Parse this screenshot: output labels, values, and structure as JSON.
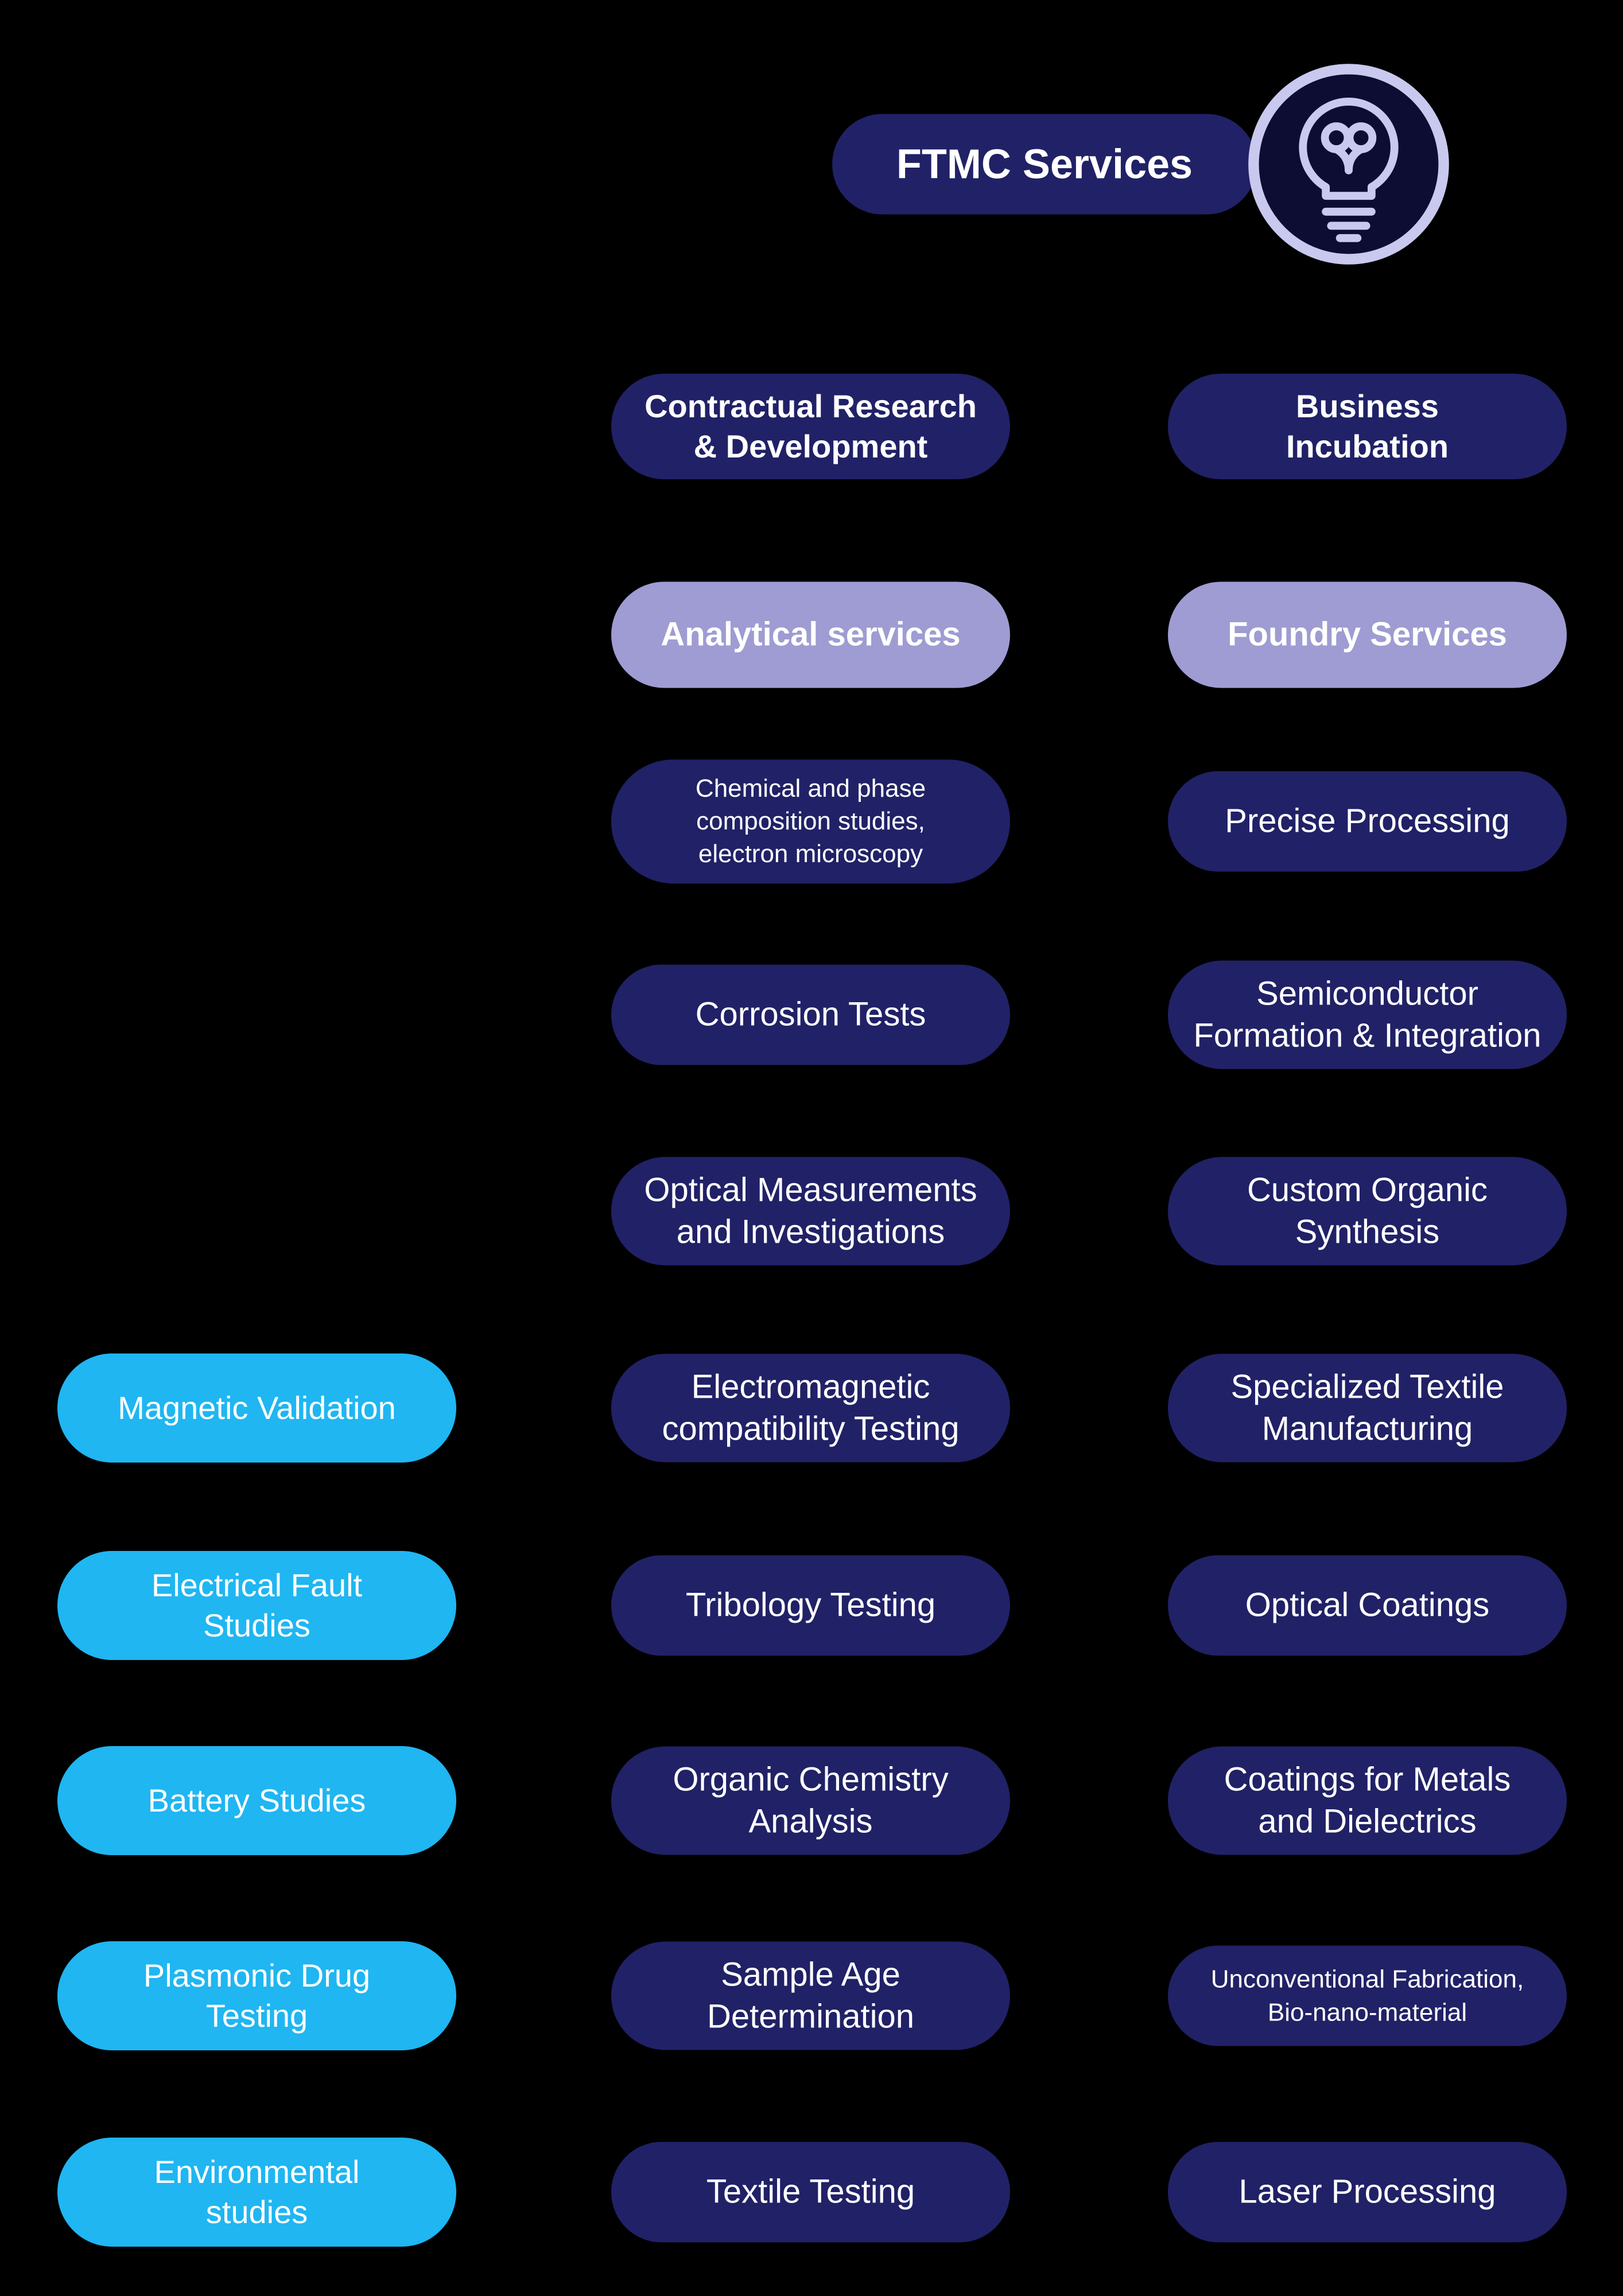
{
  "title": "FTMC Services",
  "colors": {
    "background": "#000000",
    "navy_pill": "#212167",
    "lavender_pill": "#9e9cd2",
    "cyan_pill": "#1fb6f2",
    "text": "#ffffff",
    "bulb_accent": "#c9c8ef"
  },
  "columns": {
    "left": {
      "items": [
        "Magnetic Validation",
        "Electrical Fault\nStudies",
        "Battery Studies",
        "Plasmonic Drug\nTesting",
        "Environmental\nstudies"
      ]
    },
    "middle": {
      "header": "Contractual Research\n& Development",
      "category": "Analytical services",
      "items": [
        "Chemical and phase\ncomposition studies,\nelectron microscopy",
        "Corrosion Tests",
        "Optical Measurements\nand Investigations",
        "Electromagnetic\ncompatibility Testing",
        "Tribology Testing",
        "Organic Chemistry\nAnalysis",
        "Sample Age\nDetermination",
        "Textile Testing"
      ]
    },
    "right": {
      "header": "Business\nIncubation",
      "category": "Foundry Services",
      "items": [
        "Precise Processing",
        "Semiconductor\nFormation & Integration",
        "Custom Organic\nSynthesis",
        "Specialized Textile\nManufacturing",
        "Optical Coatings",
        "Coatings for Metals\nand Dielectrics",
        "Unconventional Fabrication,\nBio-nano-material",
        "Laser Processing"
      ]
    }
  }
}
